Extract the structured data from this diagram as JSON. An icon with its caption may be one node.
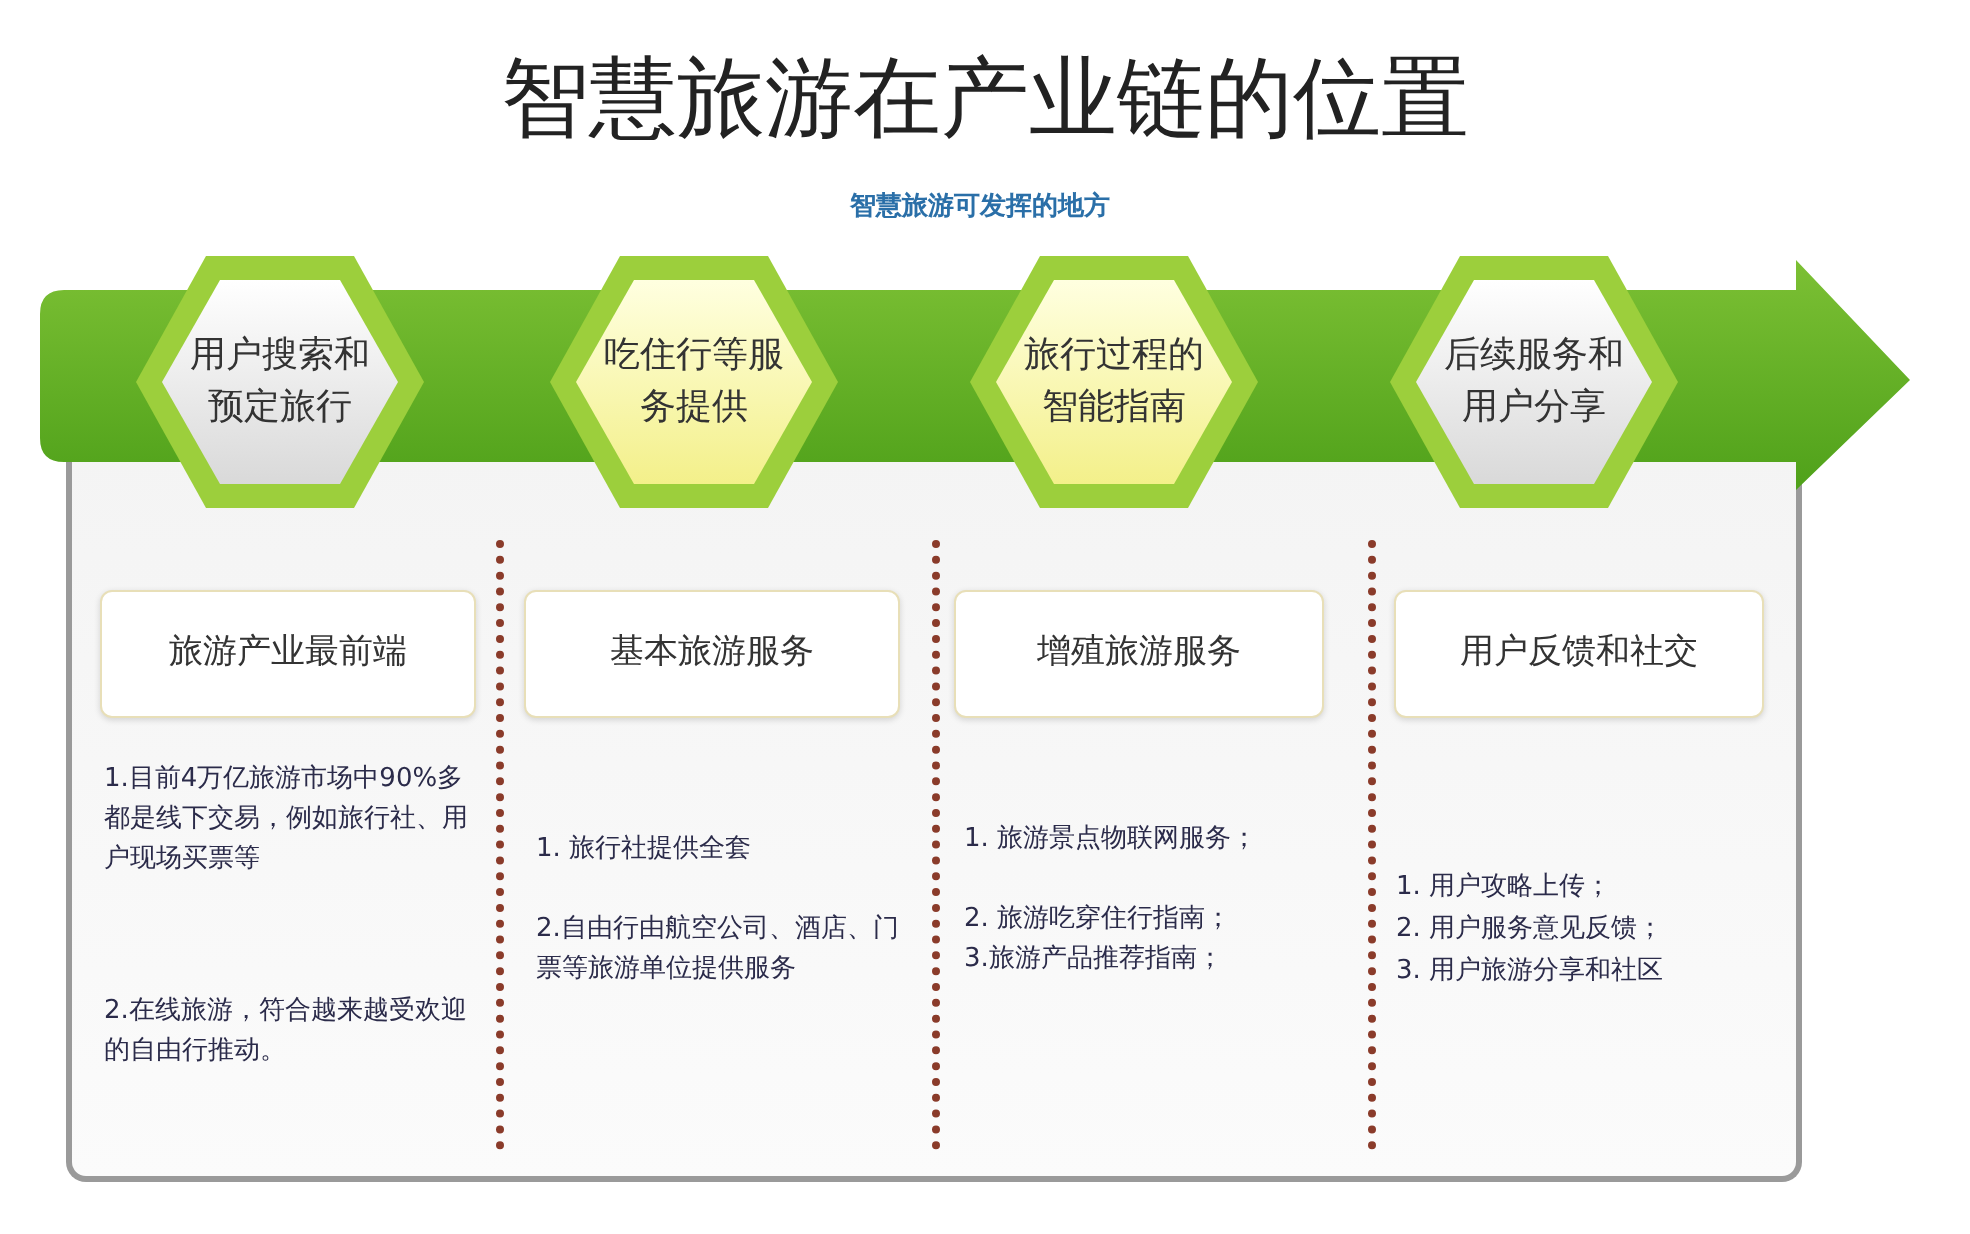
{
  "diagram": {
    "title": "智慧旅游在产业链的位置",
    "nodes": [
      {
        "text": [
          "用户搜索和预定旅行"
        ]
      },
      {
        "text": [
          "吃住行等服务提供"
        ]
      },
      {
        "text": [
          "旅行过程的智能指南"
        ]
      },
      {
        "text": [
          "后续服务和用户分享"
        ]
      },
      {
        "text": [
          "旅游产业最前端"
        ]
      },
      {
        "text": [
          "基本旅游服务"
        ]
      },
      {
        "text": [
          "增殖旅游服务"
        ]
      },
      {
        "text": [
          "用户反馈和社交"
        ]
      }
    ],
    "edges": [],
    "labels": [
      "智慧旅游可发挥的地方",
      "1.目前4万亿旅游市场中90%多都是线下交易，例如旅行社、用户现场买票等",
      "2.在线旅游，符合越来越受欢迎的自由行推动。",
      "1. 旅行社提供全套",
      "2.自由行由航空公司、酒店、门票等旅游单位提供服务",
      "1. 旅游景点物联网服务；",
      "2. 旅游吃穿住行指南；",
      "3.旅游产品推荐指南；",
      "1. 用户攻略上传；",
      "2. 用户服务意见反馈；",
      "3. 用户旅游分享和社区"
    ]
  }
}
